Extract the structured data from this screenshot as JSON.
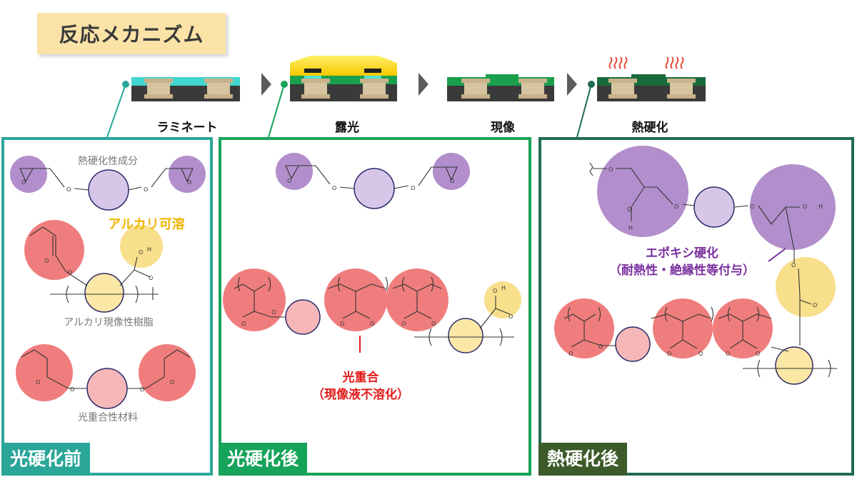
{
  "title": "反応メカニズム",
  "steps": [
    {
      "label": "ラミネート"
    },
    {
      "label": "露光"
    },
    {
      "label": "現像"
    },
    {
      "label": "熱硬化"
    }
  ],
  "panels": {
    "before": {
      "title": "光硬化前",
      "labels": {
        "thermoset": "熱硬化性成分",
        "alkali_soluble": "アルカリ可溶",
        "alkali_resin": "アルカリ現像性樹脂",
        "photo_material": "光重合性材料"
      }
    },
    "after_photo": {
      "title": "光硬化後",
      "annotation_line1": "光重合",
      "annotation_line2": "（現像液不溶化）"
    },
    "after_thermal": {
      "title": "熱硬化後",
      "annotation_line1": "エポキシ硬化",
      "annotation_line2": "（耐熱性・絶縁性等付与）"
    }
  },
  "atom_labels": {
    "oxygen": "O",
    "hydrogen": "H"
  },
  "colors": {
    "purple_fill": "#b28fcc",
    "red_fill": "#f07d7d",
    "yellow_fill": "#f8df8c",
    "panel_teal": "#2aa699",
    "panel_green": "#16a35a",
    "panel_dark": "#1e6b55",
    "alkali_text": "#f0b400",
    "photo_text": "#e41b1b",
    "epoxy_text": "#7a2f9e"
  }
}
